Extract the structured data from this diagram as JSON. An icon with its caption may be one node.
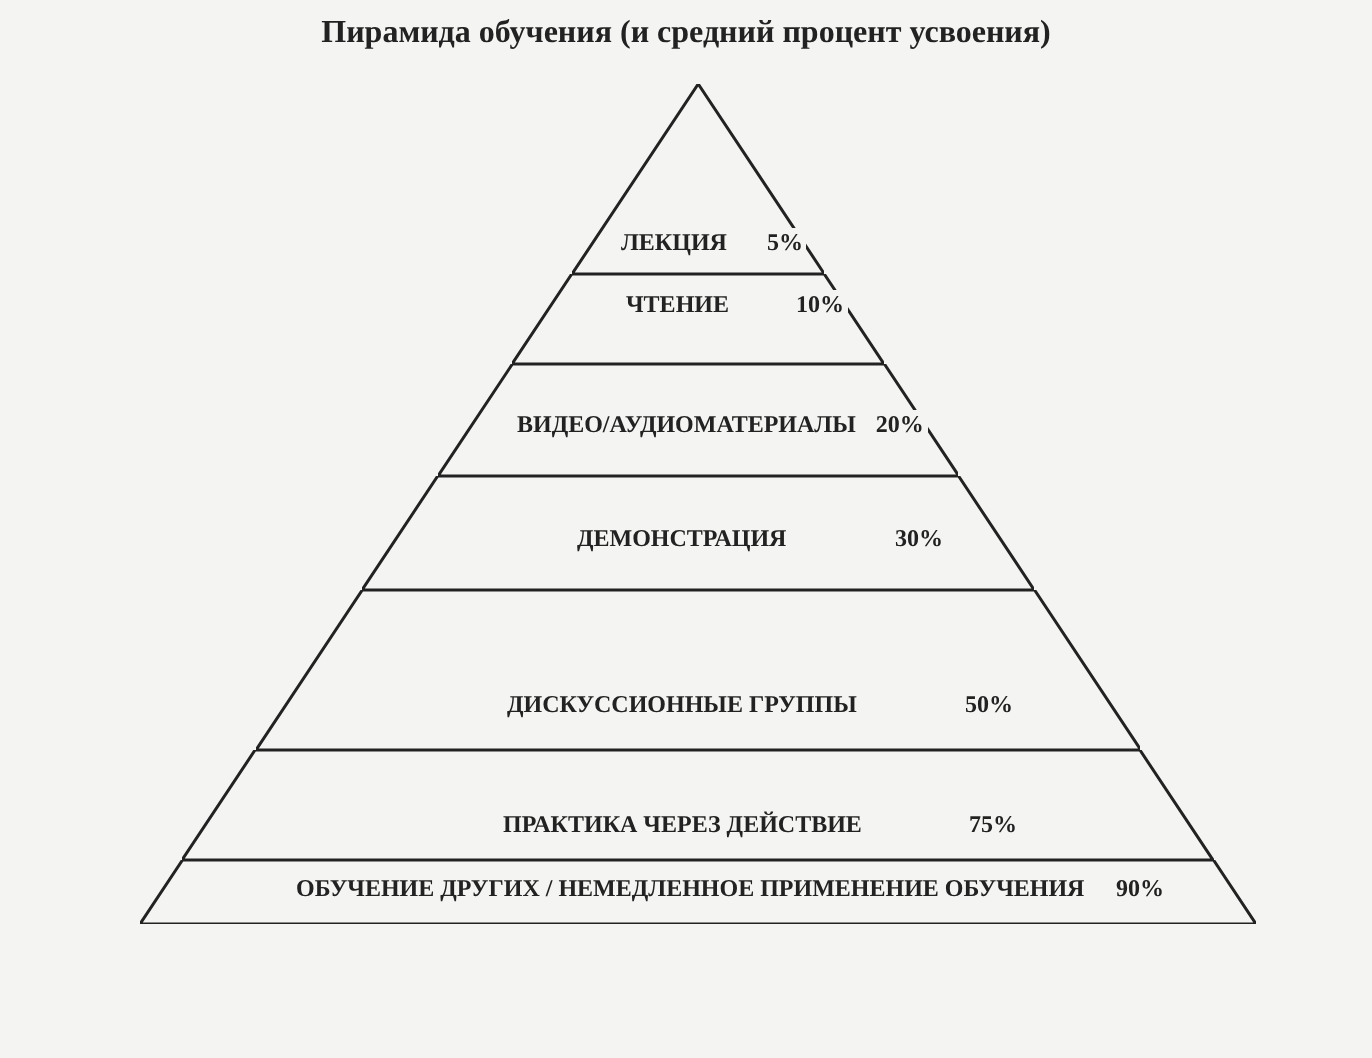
{
  "diagram": {
    "title": "Пирамида обучения (и средний процент усвоения)",
    "nodes": [
      {
        "text": [
          "ЛЕКЦИЯ",
          "5%"
        ]
      },
      {
        "text": [
          "ЧТЕНИЕ",
          "10%"
        ]
      },
      {
        "text": [
          "ВИДЕО/АУДИОМАТЕРИАЛЫ",
          "20%"
        ]
      },
      {
        "text": [
          "ДЕМОНСТРАЦИЯ",
          "30%"
        ]
      },
      {
        "text": [
          "ДИСКУССИОННЫЕ ГРУППЫ",
          "50%"
        ]
      },
      {
        "text": [
          "ПРАКТИКА ЧЕРЕЗ ДЕЙСТВИЕ",
          "75%"
        ]
      },
      {
        "text": [
          "ОБУЧЕНИЕ ДРУГИХ / НЕМЕДЛЕННОЕ ПРИМЕНЕНИЕ ОБУЧЕНИЯ",
          "90%"
        ]
      }
    ]
  }
}
